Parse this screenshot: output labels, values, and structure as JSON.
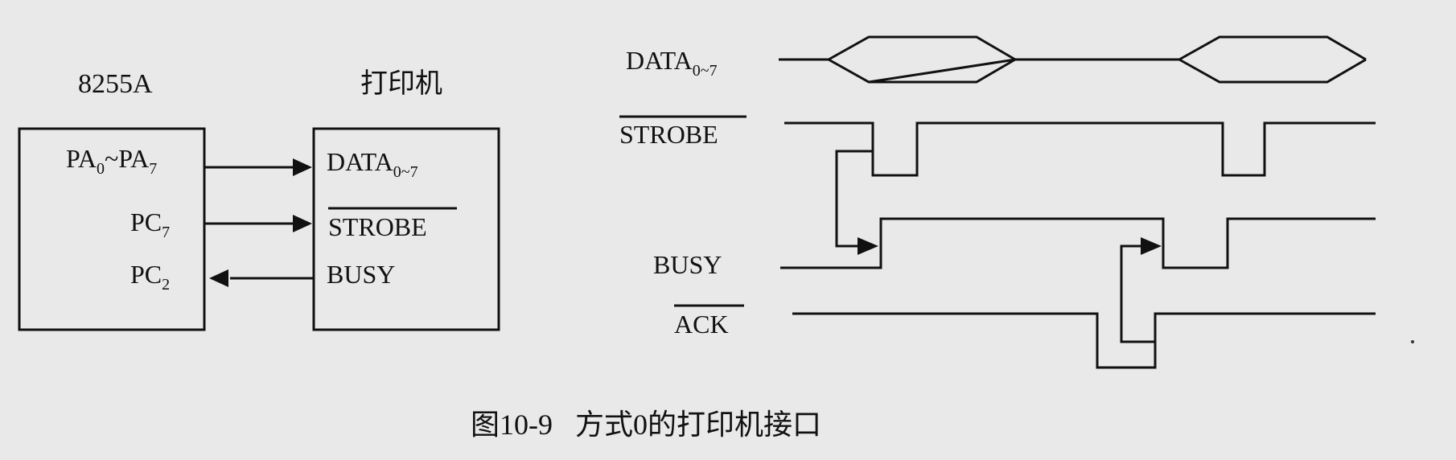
{
  "left_block": {
    "chip_title": "8255A",
    "printer_title": "打印机",
    "pins": {
      "pa_main": "PA",
      "pa_sub1": "0",
      "pa_tilde": "~PA",
      "pa_sub2": "7",
      "pc7_main": "PC",
      "pc7_sub": "7",
      "pc2_main": "PC",
      "pc2_sub": "2"
    },
    "printer_pins": {
      "data_main": "DATA",
      "data_sub": "0~7",
      "strobe": "STROBE",
      "busy": "BUSY"
    }
  },
  "timing": {
    "data_main": "DATA",
    "data_sub": "0~7",
    "strobe": "STROBE",
    "busy": "BUSY",
    "ack": "ACK"
  },
  "caption": {
    "figure_no": "图10-9",
    "text": "方式0的打印机接口"
  }
}
